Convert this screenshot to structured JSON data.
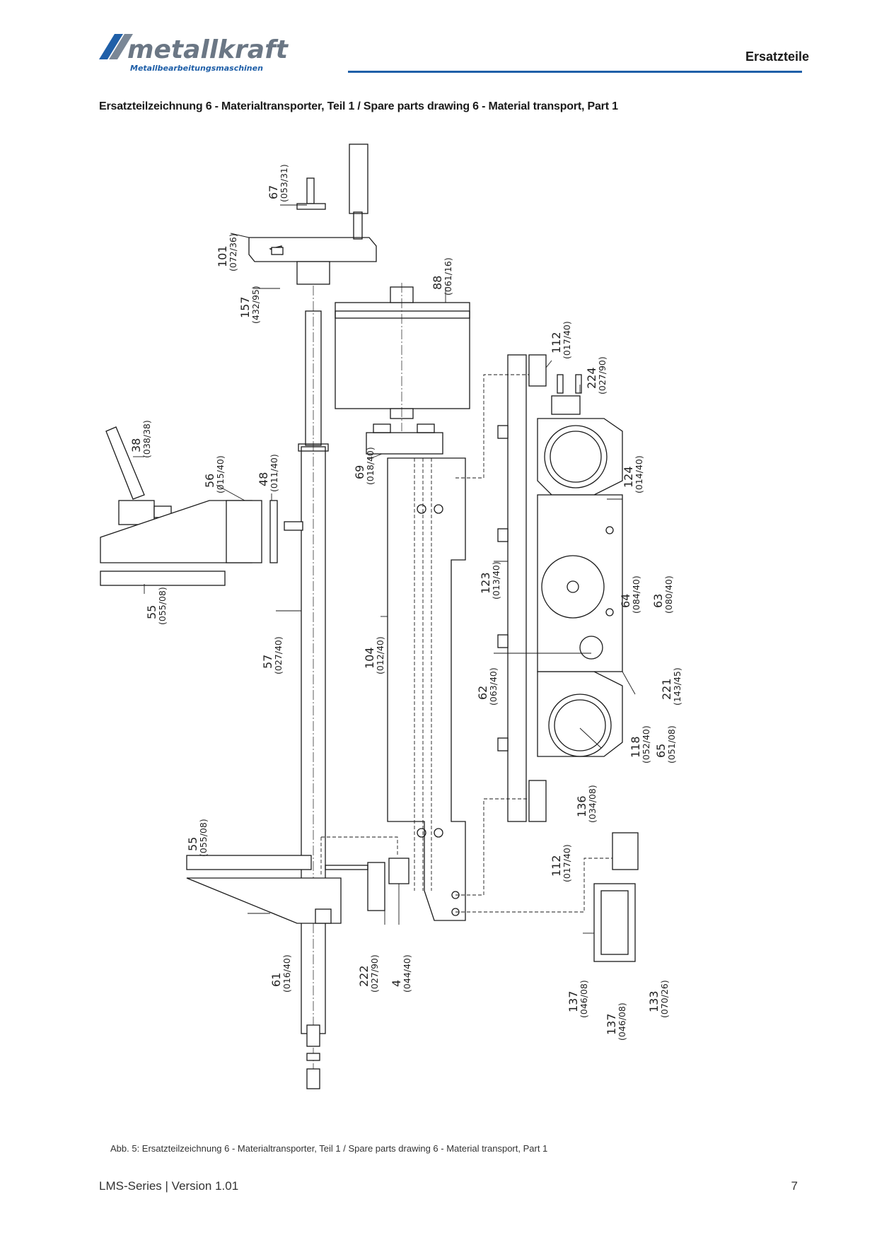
{
  "header": {
    "brand": "metallkraft",
    "tagline": "Metallbearbeitungsmaschinen",
    "section": "Ersatzteile",
    "accent_color": "#1f5fa8"
  },
  "drawing_title": "Ersatzteilzeichnung 6 - Materialtransporter, Teil 1 / Spare parts drawing 6 - Material transport, Part 1",
  "parts": [
    {
      "no": "67",
      "ref": "(053/31)"
    },
    {
      "no": "101",
      "ref": "(072/36)"
    },
    {
      "no": "157",
      "ref": "(432/95)"
    },
    {
      "no": "88",
      "ref": "(061/16)"
    },
    {
      "no": "112",
      "ref": "(017/40)"
    },
    {
      "no": "224",
      "ref": "(027/90)"
    },
    {
      "no": "38",
      "ref": "(038/38)"
    },
    {
      "no": "56",
      "ref": "(015/40)"
    },
    {
      "no": "48",
      "ref": "(011/40)"
    },
    {
      "no": "69",
      "ref": "(018/40)"
    },
    {
      "no": "124",
      "ref": "(014/40)"
    },
    {
      "no": "123",
      "ref": "(013/40)"
    },
    {
      "no": "64",
      "ref": "(084/40)"
    },
    {
      "no": "63",
      "ref": "(080/40)"
    },
    {
      "no": "55",
      "ref": "(055/08)"
    },
    {
      "no": "57",
      "ref": "(027/40)"
    },
    {
      "no": "104",
      "ref": "(012/40)"
    },
    {
      "no": "62",
      "ref": "(063/40)"
    },
    {
      "no": "221",
      "ref": "(143/45)"
    },
    {
      "no": "118",
      "ref": "(052/40)"
    },
    {
      "no": "65",
      "ref": "(051/08)"
    },
    {
      "no": "136",
      "ref": "(034/08)"
    },
    {
      "no": "55",
      "ref": "(055/08)"
    },
    {
      "no": "112",
      "ref": "(017/40)"
    },
    {
      "no": "61",
      "ref": "(016/40)"
    },
    {
      "no": "222",
      "ref": "(027/90)"
    },
    {
      "no": "4",
      "ref": "(044/40)"
    },
    {
      "no": "137",
      "ref": "(046/08)"
    },
    {
      "no": "137",
      "ref": "(046/08)"
    },
    {
      "no": "133",
      "ref": "(070/26)"
    }
  ],
  "caption": "Abb. 5: Ersatzteilzeichnung 6 - Materialtransporter, Teil 1 / Spare parts drawing 6 - Material transport, Part 1",
  "footer": {
    "left": "LMS-Series | Version 1.01",
    "page": "7"
  }
}
